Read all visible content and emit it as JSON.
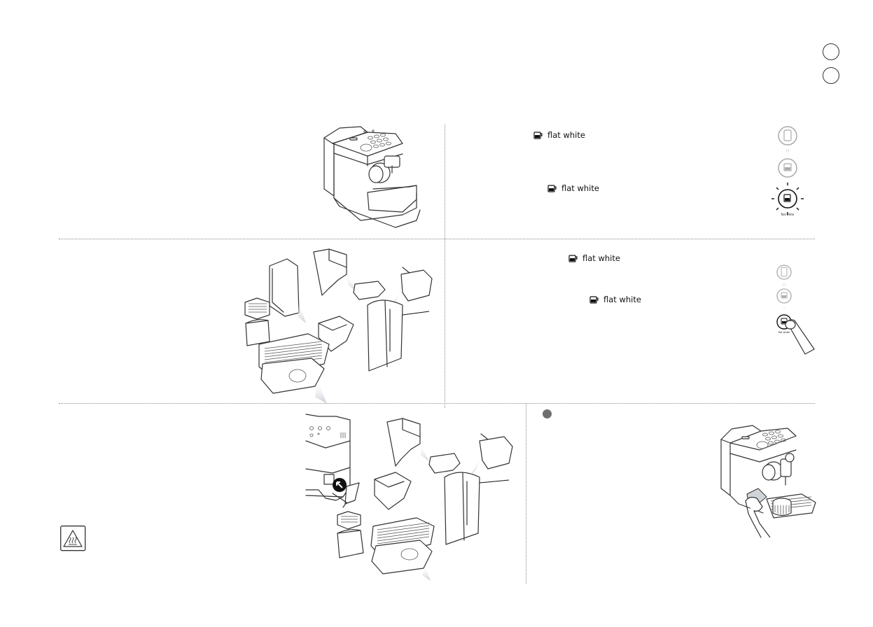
{
  "beverage": {
    "name": "flat white",
    "icon": "cup-icon"
  },
  "step_labels": {
    "step2_label_top": "flat white",
    "step2_label_mid": "flat white",
    "step4_label_top": "flat white",
    "step4_label_mid": "flat white"
  },
  "colors": {
    "line": "#333333",
    "divider": "#8a8a8a",
    "bullet": "#6e6e6e",
    "water": "#d9dde2"
  },
  "icons": [
    "hot-surface-warning-icon",
    "cup-icon",
    "finger-press-icon",
    "arrow-up-left-icon"
  ]
}
